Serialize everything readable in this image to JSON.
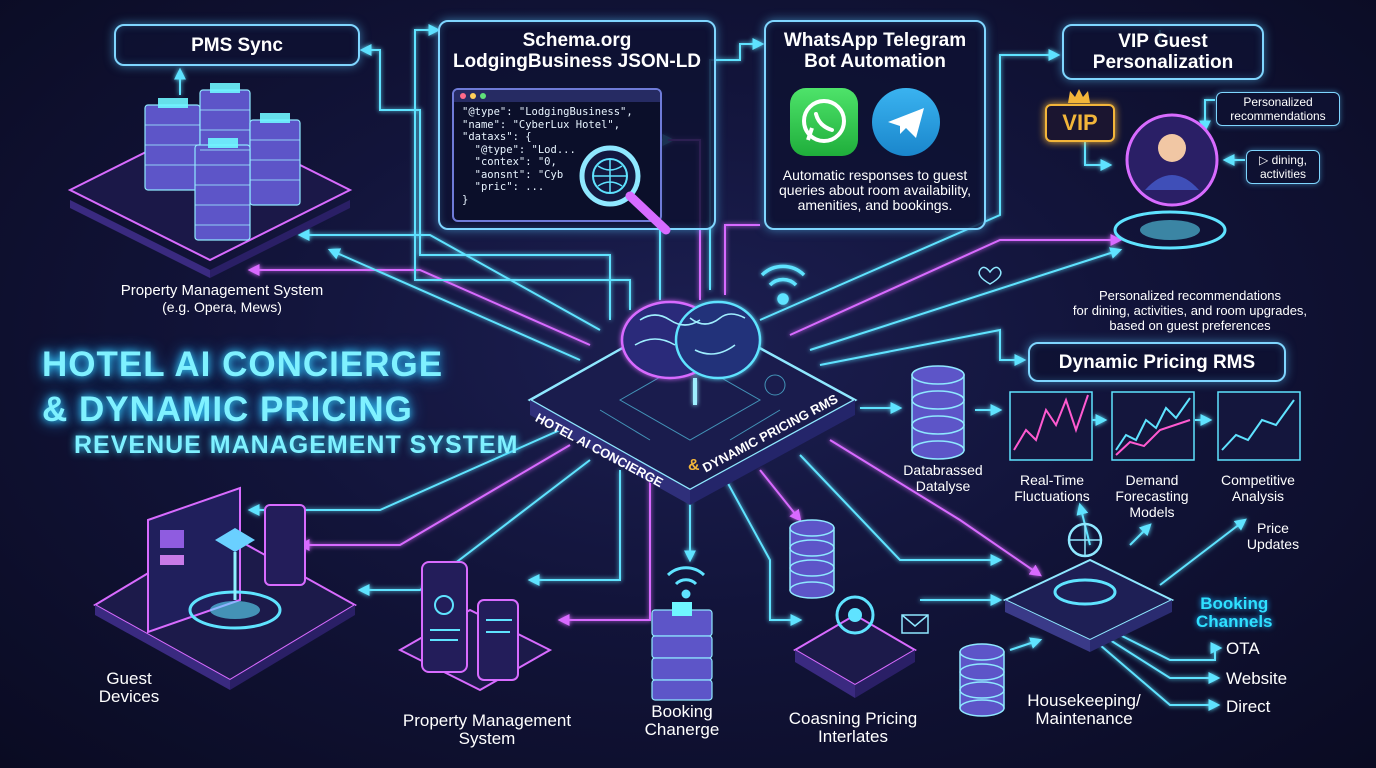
{
  "title": {
    "line1": "HOTEL AI CONCIERGE",
    "line2": "& DYNAMIC PRICING",
    "line3": "REVENUE MANAGEMENT SYSTEM"
  },
  "hub": {
    "label_left": "HOTEL AI CONCIERGE",
    "ampersand": "&",
    "label_right": "DYNAMIC PRICING RMS"
  },
  "boxes": {
    "pms_sync": "PMS Sync",
    "schema": [
      "Schema.org",
      "LodgingBusiness JSON-LD"
    ],
    "whatsapp": [
      "WhatsApp Telegram",
      "Bot Automation"
    ],
    "vip": [
      "VIP Guest",
      "Personalization"
    ],
    "dynamic_pricing": "Dynamic Pricing RMS"
  },
  "code_lines": [
    "\"@type\": \"LodgingBusiness\",",
    "\"name\": \"CyberLux Hotel\",",
    "\"dataxs\": {",
    "  \"@type\": \"Lod...",
    "  \"contex\": \"0,",
    "  \"aonsnt\": \"Cyb",
    "  \"pric\": ...",
    "}"
  ],
  "whatsapp_desc": [
    "Automatic responses to guest",
    "queries about room availability,",
    "amenities, and bookings."
  ],
  "vip_badge": "VIP",
  "vip_callouts": {
    "personalized": [
      "Personalized",
      "recommendations"
    ],
    "dining": [
      "▷ dining,",
      "activities"
    ]
  },
  "vip_desc": [
    "Personalized recommendations",
    "for dining, activities, and room upgrades,",
    "based on guest preferences"
  ],
  "labels": {
    "pms_top": [
      "Property Management System",
      "(e.g. Opera, Mews)"
    ],
    "guest_devices": [
      "Guest",
      "Devices"
    ],
    "pms_bottom": [
      "Property Management",
      "System"
    ],
    "booking_chanerge": [
      "Booking",
      "Chanerge"
    ],
    "coasning": [
      "Coasning Pricing",
      "Interlates"
    ],
    "housekeeping": [
      "Housekeeping/",
      "Maintenance"
    ],
    "database": [
      "Databrassed",
      "Datalyse"
    ],
    "realtime": [
      "Real-Time",
      "Fluctuations"
    ],
    "demand": [
      "Demand",
      "Forecasting",
      "Models"
    ],
    "competitive": [
      "Competitive",
      "Analysis"
    ],
    "price_updates": [
      "Price",
      "Updates"
    ]
  },
  "booking_channels": {
    "title": [
      "Booking",
      "Channels"
    ],
    "items": [
      "OTA",
      "Website",
      "Direct"
    ]
  },
  "colors": {
    "cyan": "#5fe3ff",
    "magenta": "#d86bff",
    "background": "#0d0f2a",
    "whatsapp": "#2fd04a",
    "telegram": "#2a9fe0",
    "vip_gold": "#f2b53a"
  }
}
